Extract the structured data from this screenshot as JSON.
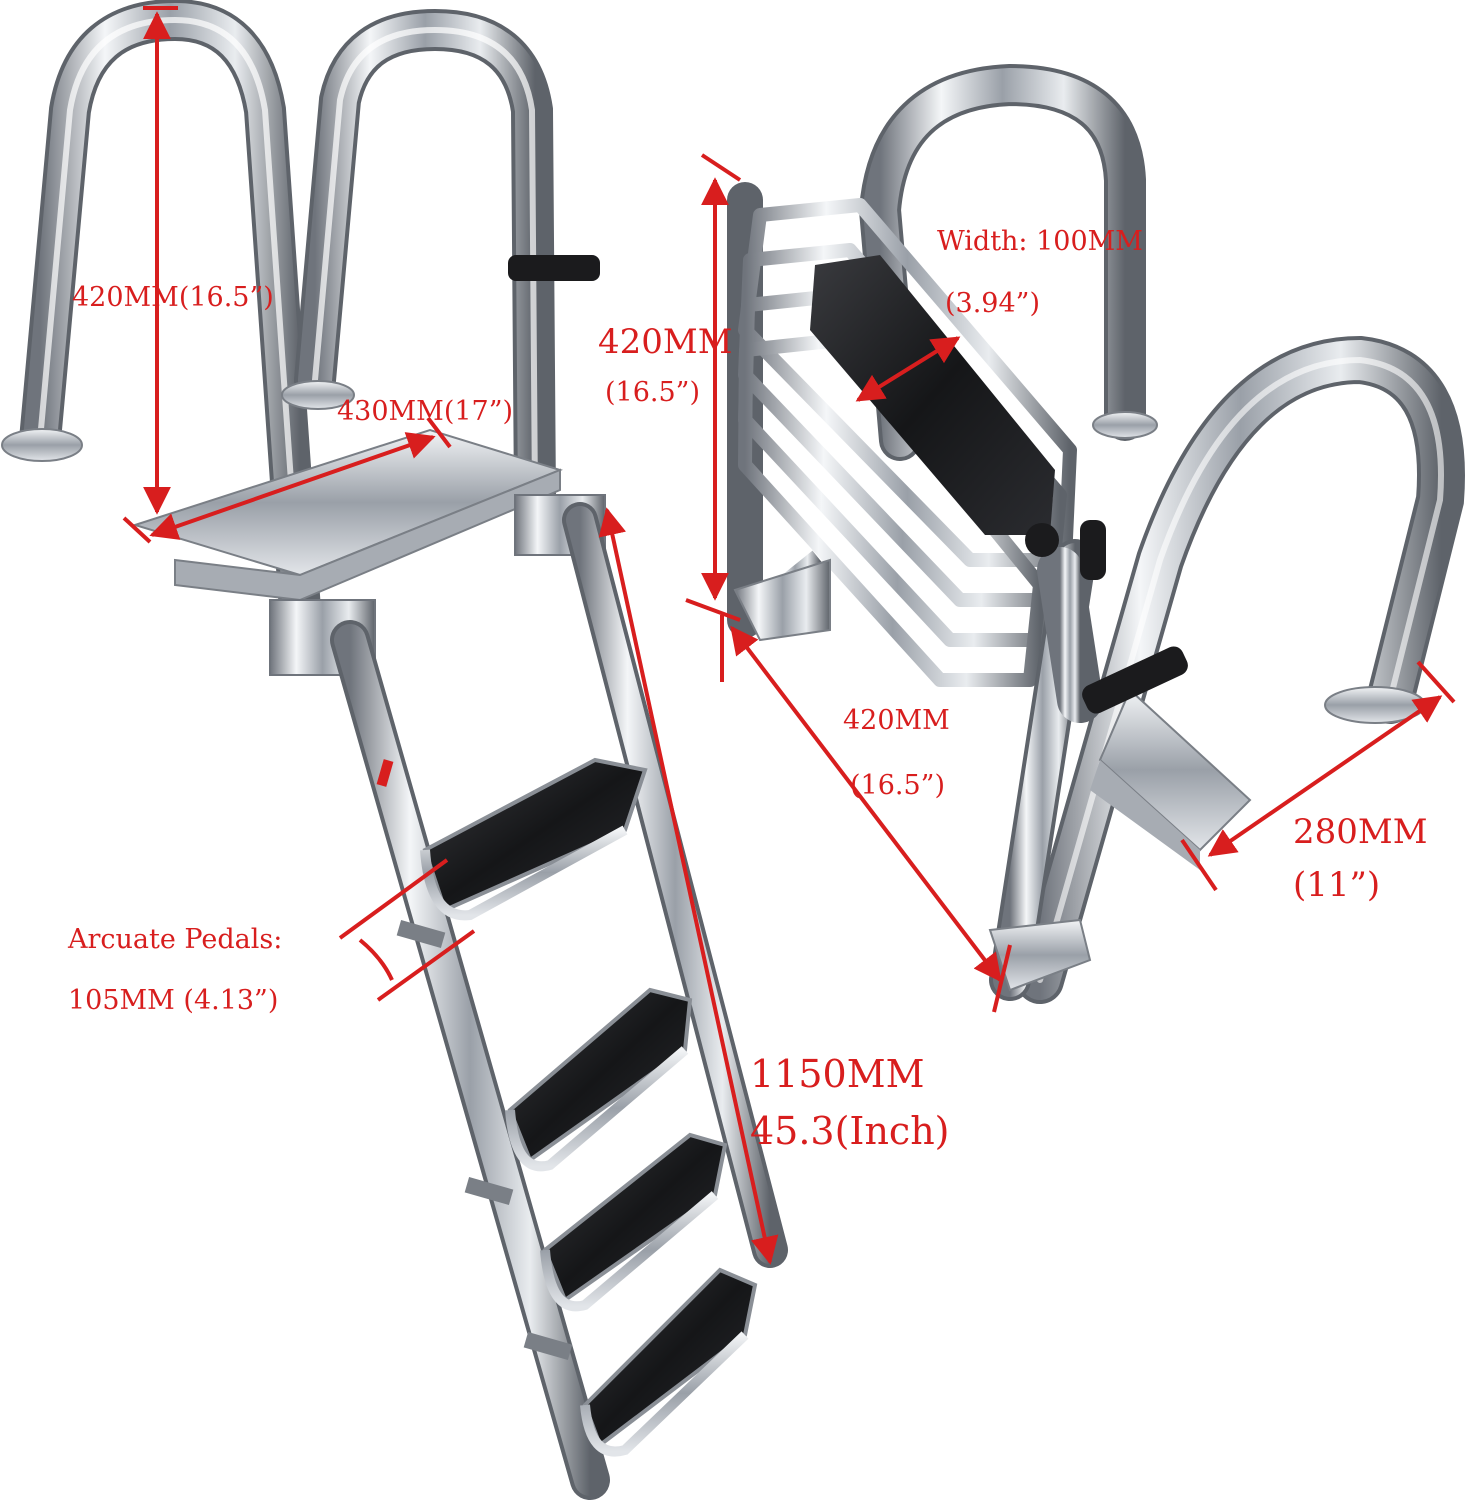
{
  "colors": {
    "annotation": "#d81e1e",
    "steel": "#c9ccd1",
    "tread": "#1e1e20",
    "background": "#ffffff"
  },
  "left_view": {
    "hoop_height_label": "420MM(16.5”)",
    "width_label": "430MM(17”)",
    "pedal_label_line1": "Arcuate Pedals:",
    "pedal_label_line2": "105MM (4.13”)",
    "length_label_line1": "1150MM",
    "length_label_line2": "45.3(Inch)"
  },
  "right_view": {
    "step_width_label_line1": "Width: 100MM",
    "step_width_label_line2": "(3.94”)",
    "height_label_line1": "420MM",
    "height_label_line2": "(16.5”)",
    "diagonal_label_line1": "420MM",
    "diagonal_label_line2": "(16.5”)",
    "base_label_line1": "280MM",
    "base_label_line2": "(11”)"
  }
}
